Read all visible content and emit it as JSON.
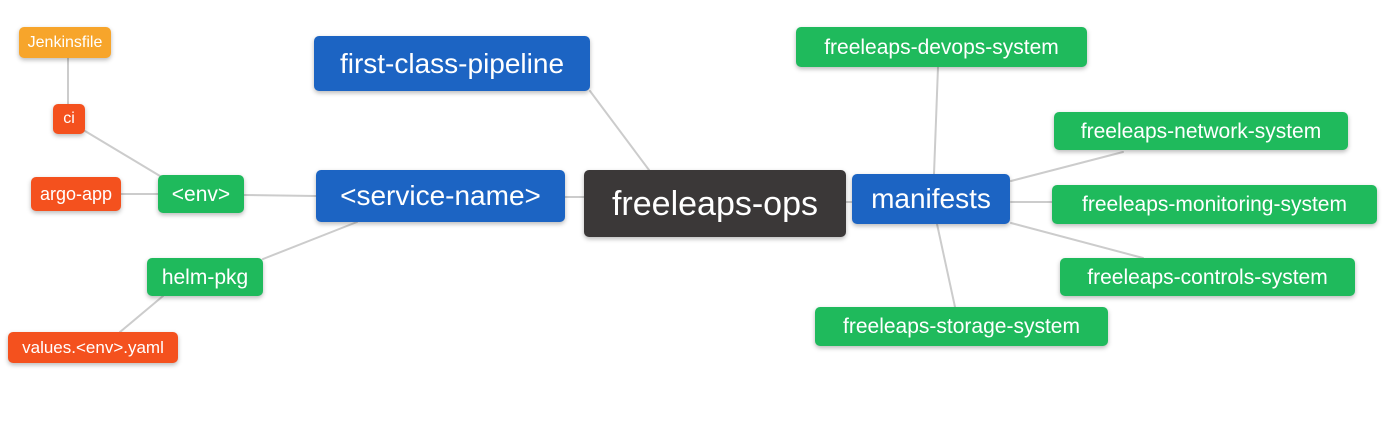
{
  "diagram": {
    "type": "mindmap",
    "root": "freeleaps_ops",
    "edge_color": "#cccccc",
    "palette": {
      "root_node": "#3b3838",
      "branch_node": "#1c64c3",
      "leaf_green": "#1fba5c",
      "leaf_red": "#f4511e",
      "leaf_orange": "#f7a52b"
    }
  },
  "nodes": {
    "jenkinsfile": {
      "label": "Jenkinsfile",
      "color": "#f7a52b"
    },
    "ci": {
      "label": "ci",
      "color": "#f4511e"
    },
    "argo_app": {
      "label": "argo-app",
      "color": "#f4511e"
    },
    "env": {
      "label": "<env>",
      "color": "#1fba5c"
    },
    "helm_pkg": {
      "label": "helm-pkg",
      "color": "#1fba5c"
    },
    "values_env_yaml": {
      "label": "values.<env>.yaml",
      "color": "#f4511e"
    },
    "first_class_pipeline": {
      "label": "first-class-pipeline",
      "color": "#1c64c3"
    },
    "service_name": {
      "label": "<service-name>",
      "color": "#1c64c3"
    },
    "freeleaps_ops": {
      "label": "freeleaps-ops",
      "color": "#3b3838"
    },
    "manifests": {
      "label": "manifests",
      "color": "#1c64c3"
    },
    "devops_system": {
      "label": "freeleaps-devops-system",
      "color": "#1fba5c"
    },
    "network_system": {
      "label": "freeleaps-network-system",
      "color": "#1fba5c"
    },
    "monitoring_system": {
      "label": "freeleaps-monitoring-system",
      "color": "#1fba5c"
    },
    "controls_system": {
      "label": "freeleaps-controls-system",
      "color": "#1fba5c"
    },
    "storage_system": {
      "label": "freeleaps-storage-system",
      "color": "#1fba5c"
    }
  },
  "edges": [
    {
      "from": "jenkinsfile",
      "to": "ci"
    },
    {
      "from": "ci",
      "to": "env"
    },
    {
      "from": "argo_app",
      "to": "env"
    },
    {
      "from": "env",
      "to": "service_name"
    },
    {
      "from": "helm_pkg",
      "to": "service_name"
    },
    {
      "from": "values_env_yaml",
      "to": "helm_pkg"
    },
    {
      "from": "first_class_pipeline",
      "to": "freeleaps_ops"
    },
    {
      "from": "service_name",
      "to": "freeleaps_ops"
    },
    {
      "from": "freeleaps_ops",
      "to": "manifests"
    },
    {
      "from": "manifests",
      "to": "devops_system"
    },
    {
      "from": "manifests",
      "to": "network_system"
    },
    {
      "from": "manifests",
      "to": "monitoring_system"
    },
    {
      "from": "manifests",
      "to": "controls_system"
    },
    {
      "from": "manifests",
      "to": "storage_system"
    }
  ]
}
